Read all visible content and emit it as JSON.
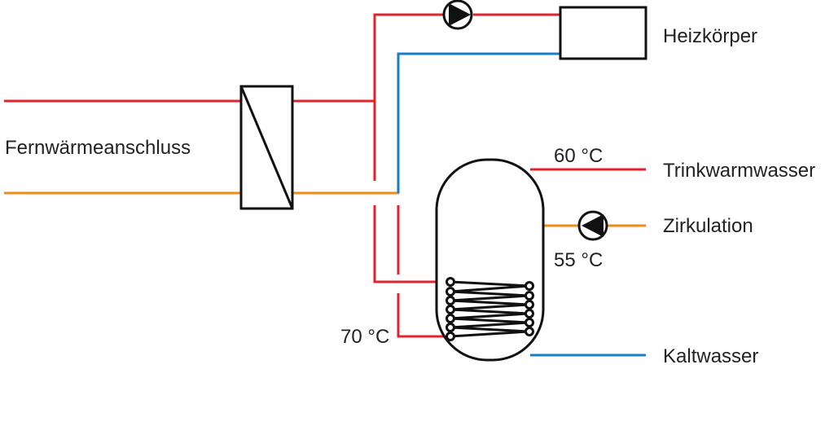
{
  "labels": {
    "heizkoerper": "Heizkörper",
    "fernwaerme": "Fernwärmeanschluss",
    "trinkwarmwasser": "Trinkwarmwasser",
    "zirkulation": "Zirkulation",
    "kaltwasser": "Kaltwasser",
    "temp_60": "60 °C",
    "temp_55": "55 °C",
    "temp_70": "70 °C"
  },
  "colors": {
    "supply": "#e3222c",
    "return": "#1a7ec2",
    "primary_return": "#ef8a1f",
    "outline": "#111111"
  },
  "icons": {
    "pump_radiator": "pump-icon",
    "pump_circulation": "pump-icon",
    "heat_exchanger": "heat-exchanger-icon",
    "storage_tank": "hot-water-tank-icon",
    "radiator": "radiator-icon"
  }
}
